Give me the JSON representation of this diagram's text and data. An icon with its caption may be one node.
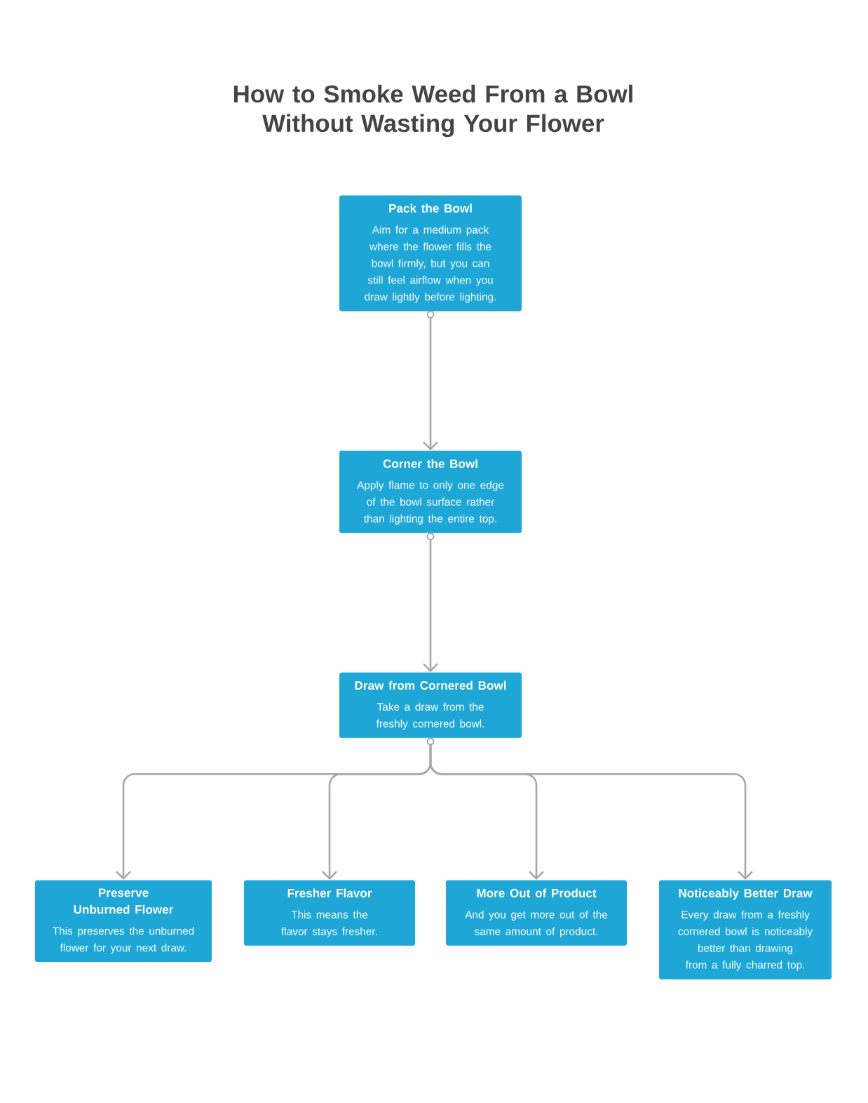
{
  "diagram": {
    "title": "How to Smoke Weed From a Bowl Without Wasting Your Flower",
    "nodes": [
      {
        "text": [
          "Pack the Bowl",
          "Aim for a medium pack where the flower fills the bowl firmly, but you can still feel airflow when you draw lightly before lighting."
        ]
      },
      {
        "text": [
          "Corner the Bowl",
          "Apply flame to only one edge of the bowl surface rather than lighting the entire top."
        ]
      },
      {
        "text": [
          "Draw from Cornered Bowl",
          "Take a draw from the freshly cornered bowl."
        ]
      },
      {
        "text": [
          "Preserve Unburned Flower",
          "This preserves the unburned flower for your next draw."
        ]
      },
      {
        "text": [
          "Fresher Flavor",
          "This means the flavor stays fresher."
        ]
      },
      {
        "text": [
          "More Out of Product",
          "And you get more out of the same amount of product."
        ]
      },
      {
        "text": [
          "Noticeably Better Draw",
          "Every draw from a freshly cornered bowl is noticeably better than drawing from a fully charred top."
        ]
      }
    ],
    "edges": [
      {
        "from": 0,
        "to": 1,
        "arrow": "to"
      },
      {
        "from": 1,
        "to": 2,
        "arrow": "to"
      },
      {
        "from": 2,
        "to": 3,
        "arrow": "to"
      },
      {
        "from": 2,
        "to": 4,
        "arrow": "to"
      },
      {
        "from": 2,
        "to": 5,
        "arrow": "to"
      },
      {
        "from": 2,
        "to": 6,
        "arrow": "to"
      }
    ]
  }
}
